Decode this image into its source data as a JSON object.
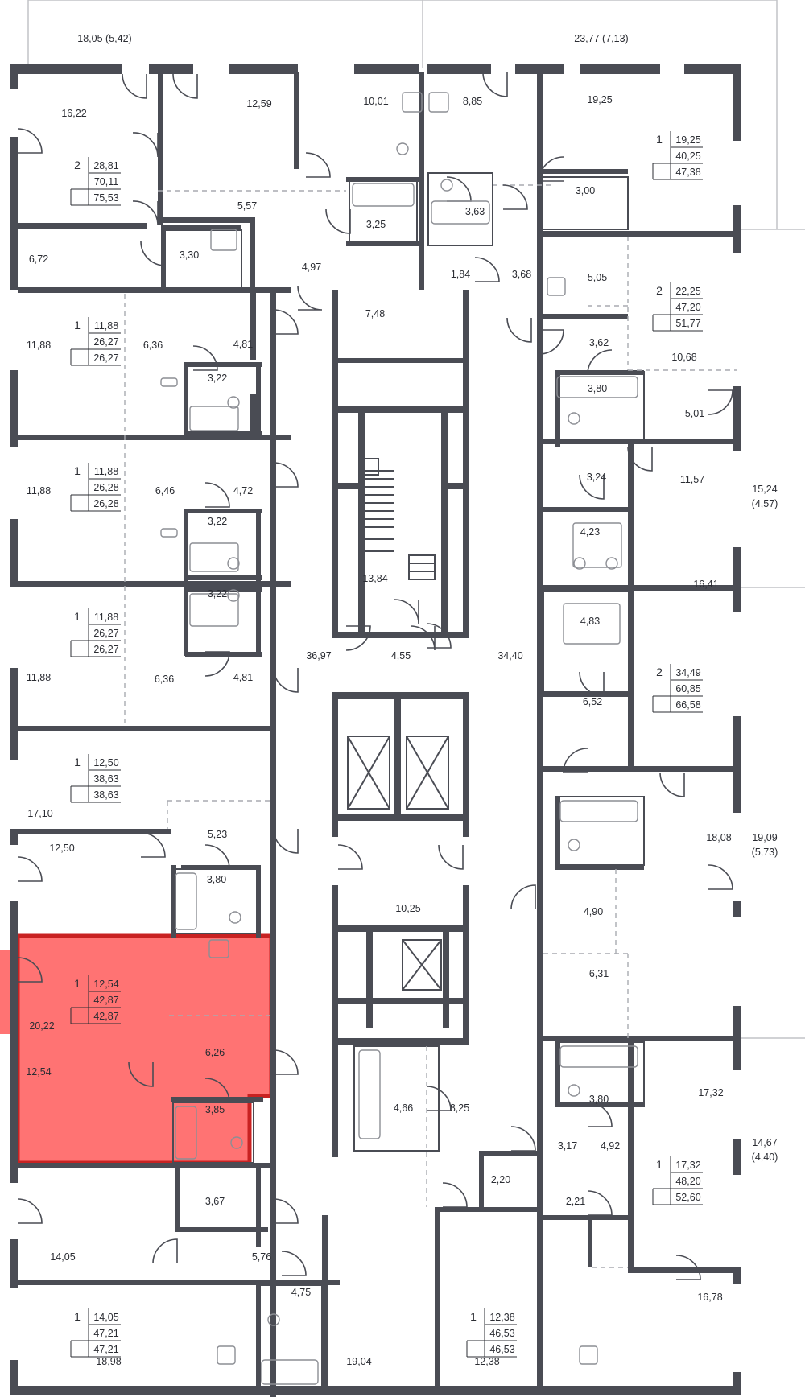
{
  "plan": {
    "highlight_color": "#ff7373",
    "highlight_border": "#c82222",
    "wall_color": "#4a4c54",
    "terraces": {
      "left": "18,05 (5,42)",
      "right": "23,77 (7,13)"
    },
    "balconies": [
      {
        "line1": "15,24",
        "line2": "(4,57)"
      },
      {
        "line1": "19,09",
        "line2": "(5,73)"
      },
      {
        "line1": "14,67",
        "line2": "(4,40)"
      }
    ],
    "apartments": [
      {
        "rooms": "2",
        "living": "28,81",
        "total": "70,11",
        "with_balcony": "75,53"
      },
      {
        "rooms": "1",
        "living": "19,25",
        "total": "40,25",
        "with_balcony": "47,38"
      },
      {
        "rooms": "2",
        "living": "22,25",
        "total": "47,20",
        "with_balcony": "51,77"
      },
      {
        "rooms": "1",
        "living": "11,88",
        "total": "26,27",
        "with_balcony": "26,27"
      },
      {
        "rooms": "1",
        "living": "11,88",
        "total": "26,28",
        "with_balcony": "26,28"
      },
      {
        "rooms": "1",
        "living": "11,88",
        "total": "26,27",
        "with_balcony": "26,27"
      },
      {
        "rooms": "2",
        "living": "34,49",
        "total": "60,85",
        "with_balcony": "66,58"
      },
      {
        "rooms": "1",
        "living": "12,50",
        "total": "38,63",
        "with_balcony": "38,63"
      },
      {
        "rooms": "1",
        "living": "12,54",
        "total": "42,87",
        "with_balcony": "42,87",
        "highlighted": true
      },
      {
        "rooms": "1",
        "living": "17,32",
        "total": "48,20",
        "with_balcony": "52,60"
      },
      {
        "rooms": "1",
        "living": "14,05",
        "total": "47,21",
        "with_balcony": "47,21"
      },
      {
        "rooms": "1",
        "living": "12,38",
        "total": "46,53",
        "with_balcony": "46,53"
      }
    ],
    "room_areas": [
      "16,22",
      "12,59",
      "10,01",
      "8,85",
      "19,25",
      "5,57",
      "3,25",
      "3,63",
      "3,00",
      "6,72",
      "3,30",
      "4,97",
      "1,84",
      "3,68",
      "5,05",
      "7,48",
      "11,88",
      "6,36",
      "4,81",
      "3,62",
      "10,68",
      "3,22",
      "3,80",
      "5,01",
      "11,88",
      "6,46",
      "4,72",
      "3,24",
      "11,57",
      "3,22",
      "4,23",
      "13,84",
      "16,41",
      "3,22",
      "4,83",
      "11,88",
      "6,36",
      "4,81",
      "36,97",
      "4,55",
      "34,40",
      "6,52",
      "17,10",
      "12,50",
      "5,23",
      "3,80",
      "18,08",
      "10,25",
      "4,90",
      "6,31",
      "20,22",
      "6,26",
      "12,54",
      "3,85",
      "4,66",
      "8,25",
      "17,32",
      "3,80",
      "3,17",
      "4,92",
      "2,20",
      "3,67",
      "2,21",
      "14,05",
      "5,76",
      "16,78",
      "4,75",
      "18,98",
      "19,04",
      "12,38"
    ]
  }
}
